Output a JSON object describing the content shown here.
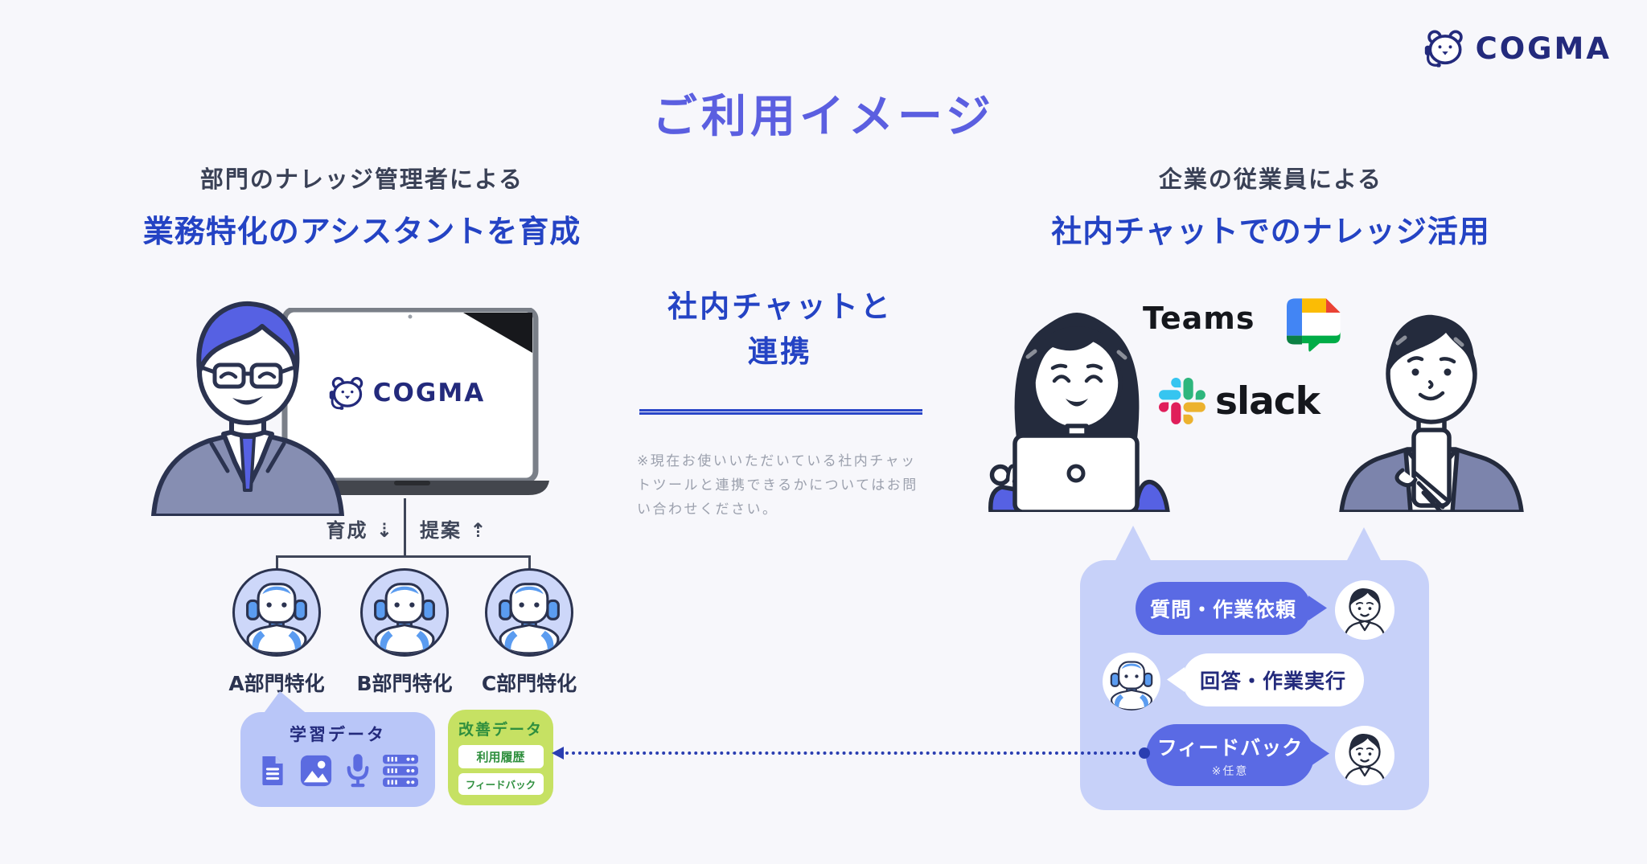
{
  "brand": {
    "name": "COGMA",
    "logo_icon": "bear-headset-icon",
    "color": "#232a7c"
  },
  "title": "ご利用イメージ",
  "left": {
    "heading_top": "部門のナレッジ管理者による",
    "heading_main": "業務特化のアシスタントを育成",
    "train_label": "育成 ⇣",
    "propose_label": "提案 ⇡",
    "agents": [
      "A部門特化",
      "B部門特化",
      "C部門特化"
    ],
    "learning": {
      "title": "学習データ",
      "icons": [
        "document-icon",
        "image-icon",
        "mic-icon",
        "server-icon"
      ]
    },
    "improvement": {
      "title": "改善データ",
      "items": [
        "利用履歴",
        "フィードバック"
      ]
    }
  },
  "center": {
    "heading_line1": "社内チャットと",
    "heading_line2": "連携",
    "note": "※現在お使いいただいている社内チャットツールと連携できるかについてはお問い合わせください。"
  },
  "right": {
    "heading_top": "企業の従業員による",
    "heading_main": "社内チャットでのナレッジ活用",
    "teams_label": "Teams",
    "slack_label": "slack",
    "integration_icons": [
      "google-chat-icon",
      "slack-icon"
    ],
    "chat": {
      "request": "質問・作業依頼",
      "answer": "回答・作業実行",
      "feedback": "フィードバック",
      "feedback_note": "※任意"
    }
  },
  "colors": {
    "background": "#f7f7fb",
    "title_purple": "#5b5fe0",
    "strong_blue": "#2443c4",
    "brand_navy": "#232a7c",
    "dark_text": "#3a4156",
    "panel_blue": "#c7d1f9",
    "learning_blue": "#b9c6f8",
    "bubble_indigo": "#5a6ae4",
    "improve_green": "#c6e163",
    "green_text": "#2f8f3e",
    "note_gray": "#9ba0ad",
    "dotted_line": "#2a3eb1",
    "slack_palette": [
      "#36C5F0",
      "#2EB67D",
      "#ECB22E",
      "#E01E5A"
    ],
    "gchat_palette": [
      "#4285F4",
      "#FBBC05",
      "#EA4335",
      "#00AC47",
      "#0B8043"
    ]
  }
}
